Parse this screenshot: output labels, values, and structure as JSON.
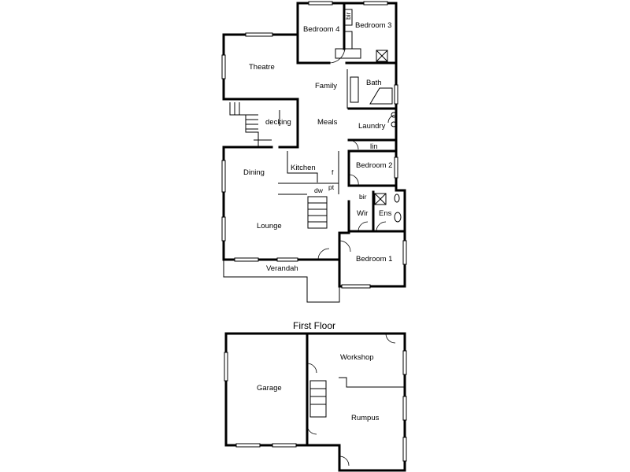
{
  "ground_floor": {
    "rooms": {
      "bedroom4": "Bedroom 4",
      "bedroom3": "Bedroom 3",
      "bir_vertical": "bir",
      "theatre": "Theatre",
      "family": "Family",
      "bath": "Bath",
      "decking": "decking",
      "meals": "Meals",
      "laundry": "Laundry",
      "lin": "lin",
      "dining": "Dining",
      "kitchen": "Kitchen",
      "bedroom2": "Bedroom 2",
      "f": "f",
      "pt": "pt",
      "dw": "dw",
      "bir": "bir",
      "lounge": "Lounge",
      "wir": "Wir",
      "ens": "Ens",
      "bedroom1": "Bedroom 1",
      "verandah": "Verandah"
    }
  },
  "first_floor": {
    "heading": "First Floor",
    "rooms": {
      "workshop": "Workshop",
      "garage": "Garage",
      "rumpus": "Rumpus"
    }
  }
}
